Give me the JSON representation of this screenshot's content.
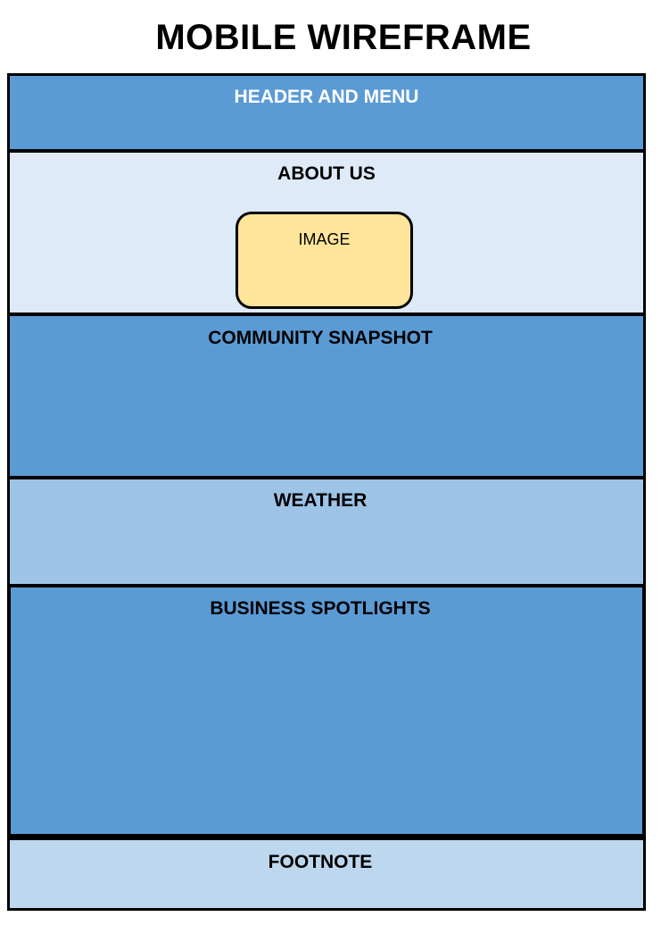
{
  "title": "MOBILE WIREFRAME",
  "sections": {
    "header": {
      "label": "HEADER AND MENU",
      "color": "#5b9bd5"
    },
    "about": {
      "label": "ABOUT US",
      "color": "#deeaf7",
      "image_label": "IMAGE",
      "image_color": "#ffe599"
    },
    "community": {
      "label": "COMMUNITY SNAPSHOT",
      "color": "#5b9bd5"
    },
    "weather": {
      "label": "WEATHER",
      "color": "#9dc3e6"
    },
    "business": {
      "label": "BUSINESS SPOTLIGHTS",
      "color": "#5b9bd5"
    },
    "footnote": {
      "label": "FOOTNOTE",
      "color": "#bdd7ee"
    }
  }
}
